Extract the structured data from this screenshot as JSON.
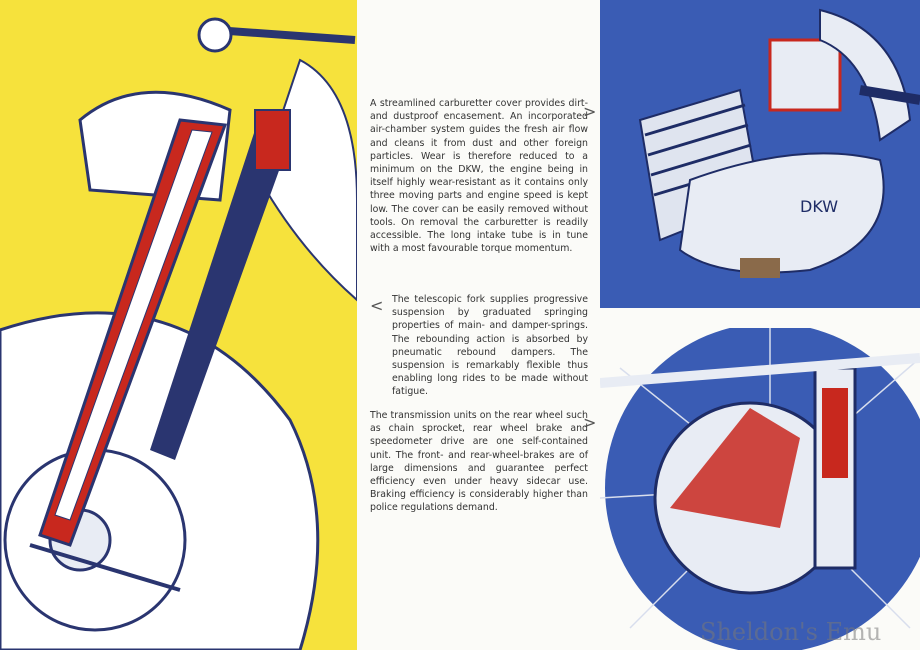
{
  "paragraphs": [
    "A streamlined carburetter cover provides dirt- and dustproof encasement. An incorporated air-chamber system guides the fresh air flow and cleans it from dust and other foreign particles. Wear is therefore reduced to a minimum on the DKW, the engine being in itself highly wear-resistant as it contains only three moving parts and engine speed is kept low. The cover can be easily removed without tools. On removal the carburetter is readily accessible. The long intake tube is in tune with a most favourable torque momentum.",
    "The telescopic fork supplies progressive suspension by graduated springing properties of main- and damper-springs. The rebounding action is absorbed by pneumatic rebound dampers. The suspension is remarkably flexible thus enabling long rides to be made without fatigue.",
    "The transmission units on the rear wheel such as chain sprocket, rear wheel brake and speedometer drive are one self-contained unit. The front- and rear-wheel-brakes are of large dimensions and guarantee perfect efficiency even under heavy sidecar use. Braking efficiency is considerably higher than police regulations demand."
  ],
  "arrows": {
    "right": ">",
    "left": "<"
  },
  "watermark": "Sheldon's Emu",
  "engine_logo": "DKW",
  "colors": {
    "yellow": "#f6e23c",
    "blue": "#3a5cb4",
    "red": "#c8281e"
  }
}
